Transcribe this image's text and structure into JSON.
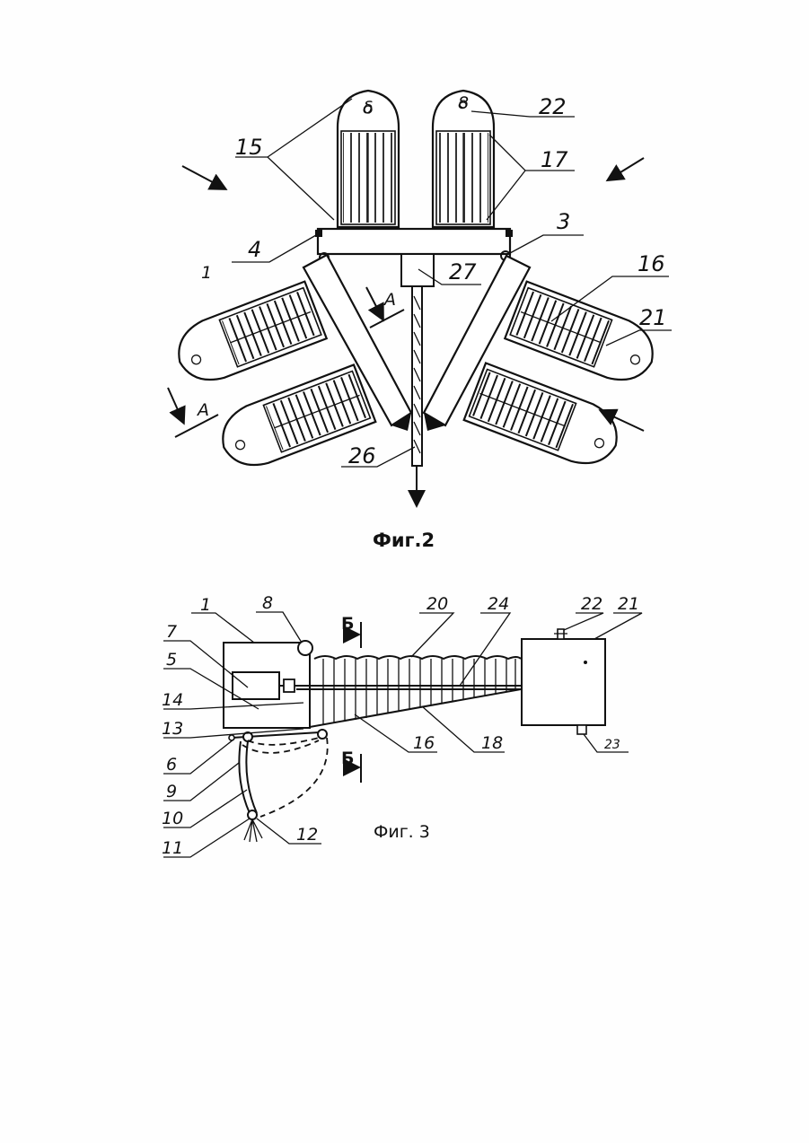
{
  "figure2": {
    "caption": "Фиг.2",
    "labels": {
      "l15": "15",
      "l22": "22",
      "l17": "17",
      "l3": "3",
      "l4": "4",
      "l27": "27",
      "l16": "16",
      "l21": "21",
      "l26": "26",
      "lA1": "A",
      "lA2": "A",
      "l1": "1",
      "lTopLeft": "δ",
      "lTopRight": "8"
    }
  },
  "figure3": {
    "caption": "Фиг. 3",
    "labels": {
      "l1": "1",
      "l8": "8",
      "l20": "20",
      "l24": "24",
      "l22": "22",
      "l21": "21",
      "l7": "7",
      "l5": "5",
      "l14": "14",
      "l13": "13",
      "l6": "6",
      "l9": "9",
      "l10": "10",
      "l11": "11",
      "l12": "12",
      "l16": "16",
      "l18": "18",
      "l23": "23",
      "lB1": "Б",
      "lB2": "Б"
    }
  }
}
